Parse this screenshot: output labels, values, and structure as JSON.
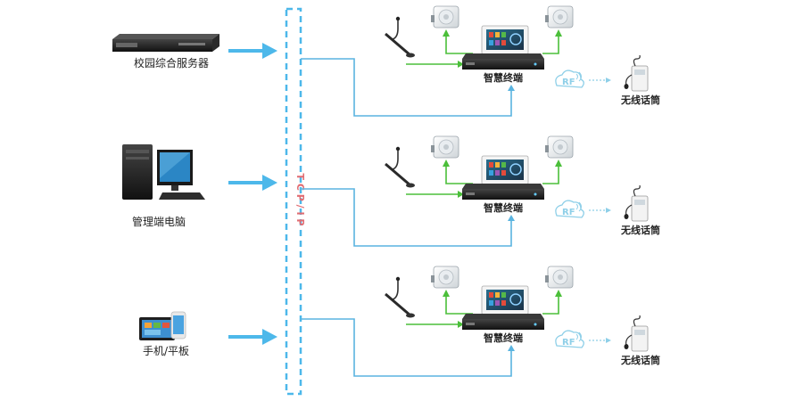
{
  "colors": {
    "bus_dash": "#4db8ea",
    "arrow": "#4db8ea",
    "link_blue": "#5ab4e0",
    "link_green": "#4bbf3a",
    "tcp_text": "#e06c72",
    "rf": "#8ecfe8",
    "device_dark": "#1e1e1e"
  },
  "icons": {
    "server": "rack-server-icon",
    "pc": "desktop-pc-icon",
    "mobile": "tablet-phone-icon",
    "speaker": "wall-speaker-icon",
    "mic": "gooseneck-microphone-icon",
    "terminal": "smart-terminal-icon",
    "wireless": "wireless-transmitter-icon"
  },
  "left_devices": [
    {
      "label": "校园综合服务器"
    },
    {
      "label": "管理端电脑"
    },
    {
      "label": "手机/平板"
    }
  ],
  "bus_label": "T C P / I P",
  "rows": [
    {
      "terminal_label": "智慧终端",
      "rf_label": "RF",
      "wireless_label": "无线话筒"
    },
    {
      "terminal_label": "智慧终端",
      "rf_label": "RF",
      "wireless_label": "无线话筒"
    },
    {
      "terminal_label": "智慧终端",
      "rf_label": "RF",
      "wireless_label": "无线话筒"
    }
  ]
}
